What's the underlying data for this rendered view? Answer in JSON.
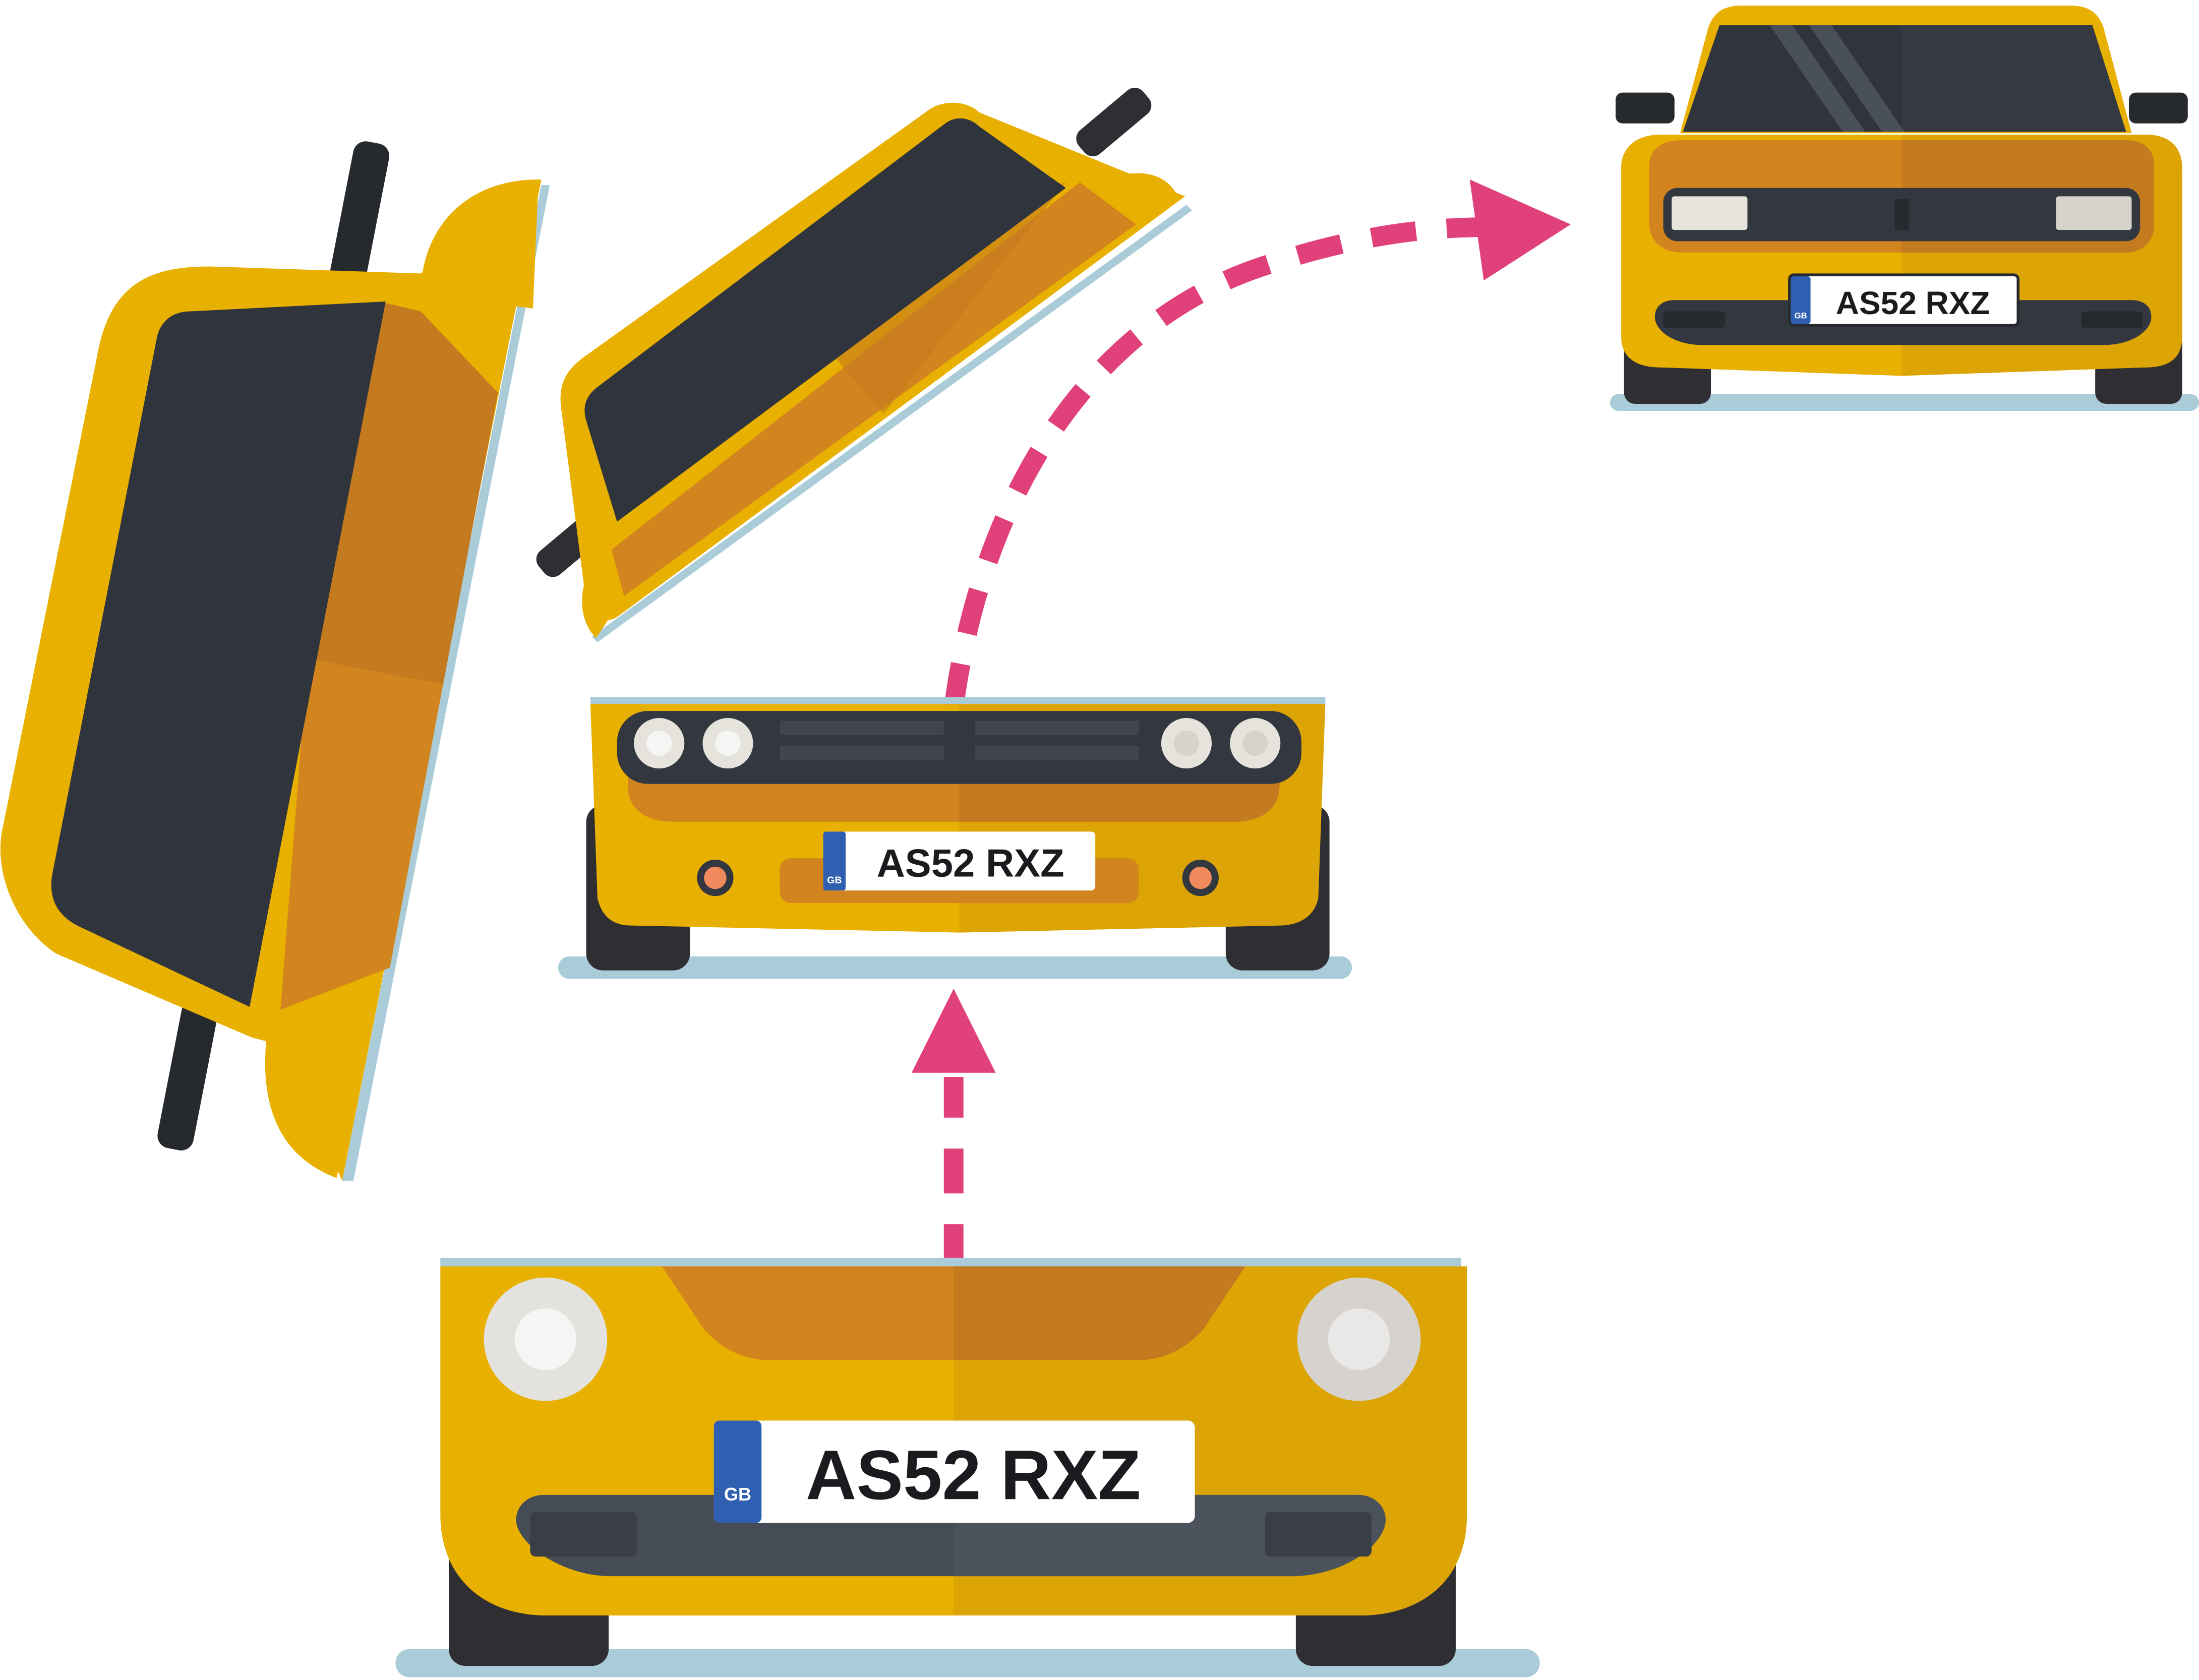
{
  "colors": {
    "car_body": "#E8B000",
    "car_body_shade": "#DCA405",
    "car_panel": "#D2841E",
    "car_panel_shade": "#C47A1E",
    "glass": "#30353D",
    "grille": "#33373F",
    "tyre": "#2E2E33",
    "ground_shadow": "#A9CCD8",
    "arrow": "#E0417A",
    "plate_blue": "#2F5FB0",
    "plate_white": "#FFFFFF",
    "indicator": "#F08A5D"
  },
  "plates": {
    "front": {
      "gb": "GB",
      "number": "AS52 RXZ"
    },
    "middle": {
      "gb": "GB",
      "number": "AS52 RXZ"
    },
    "top_right": {
      "gb": "GB",
      "number": "AS52 RXZ"
    }
  },
  "icons": {
    "large_car": "car-front-view-icon",
    "middle_car": "car-front-lifted-icon",
    "top_right_car": "car-front-windscreen-icon",
    "tipped_car": "car-tipping-over-icon",
    "side_car": "car-on-side-icon",
    "arrow_up": "arrow-up-icon",
    "arrow_curved": "arrow-curved-icon"
  }
}
